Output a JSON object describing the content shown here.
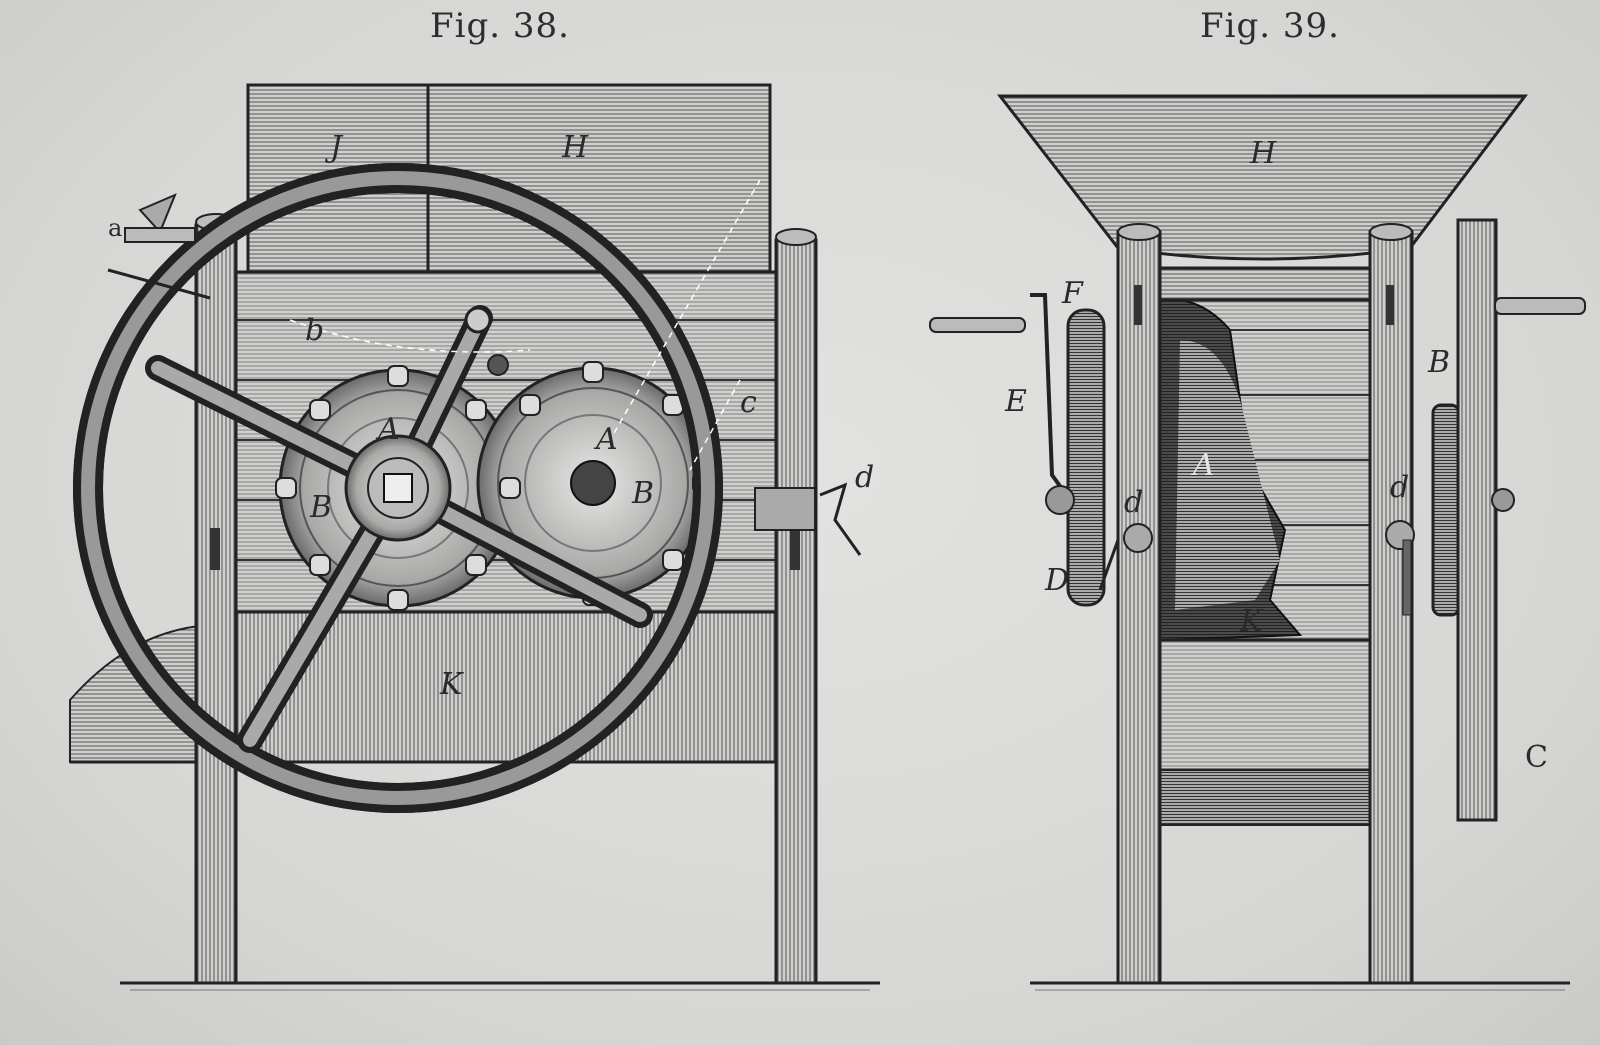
{
  "figure_38": {
    "caption": "Fig. 38.",
    "labels": {
      "J": "J",
      "H": "H",
      "a": "a",
      "b": "b",
      "c": "c",
      "d": "d",
      "A_left": "A",
      "A_right": "A",
      "B_left": "B",
      "B_right": "B",
      "K": "K"
    }
  },
  "figure_39": {
    "caption": "Fig. 39.",
    "labels": {
      "H": "H",
      "F": "F",
      "E": "E",
      "A": "A",
      "B": "B",
      "d_left": "d",
      "d_right": "d",
      "D": "D",
      "K": "K",
      "C": "C"
    }
  },
  "colors": {
    "paper": "#d9d9d7",
    "ink": "#2a2a2a",
    "bleed_text": "#a9a9a7"
  }
}
